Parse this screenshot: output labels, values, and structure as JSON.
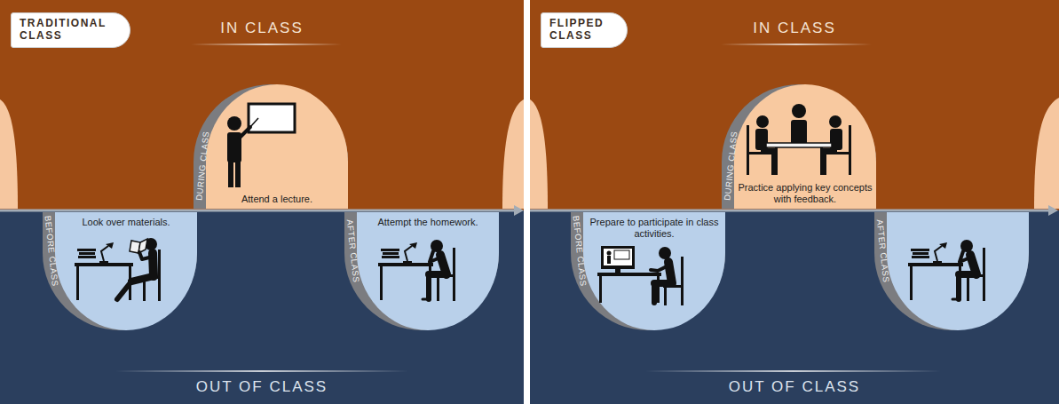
{
  "diagram": {
    "nodes": [
      {
        "text": [
          "IN CLASS",
          "OUT OF CLASS"
        ]
      },
      {
        "text": [
          "TRADITIONAL CLASS"
        ],
        "in": 0
      },
      {
        "text": [
          "BEFORE CLASS",
          "Look over materials."
        ],
        "in": 0
      },
      {
        "text": [
          "DURING CLASS",
          "Attend a lecture."
        ],
        "in": 0
      },
      {
        "text": [
          "AFTER CLASS",
          "Attempt the homework."
        ],
        "in": 0
      },
      {
        "text": [
          "IN CLASS",
          "OUT OF CLASS"
        ]
      },
      {
        "text": [
          "FLIPPED CLASS"
        ],
        "in": 5
      },
      {
        "text": [
          "BEFORE CLASS",
          "Prepare to participate in class activities."
        ],
        "in": 5
      },
      {
        "text": [
          "DURING CLASS",
          "Practice applying key concepts with feedback."
        ],
        "in": 5
      },
      {
        "text": [
          "AFTER CLASS"
        ],
        "in": 5
      }
    ]
  }
}
